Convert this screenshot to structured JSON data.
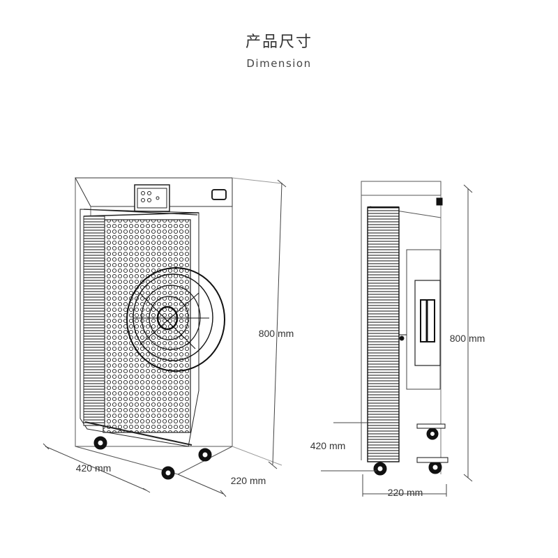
{
  "header": {
    "title": "产品尺寸",
    "subtitle": "Dimension"
  },
  "front_view": {
    "height_label": "800 mm",
    "width_label": "420 mm",
    "depth_label": "220 mm"
  },
  "side_view": {
    "height_label": "800 mm",
    "width_label": "420 mm",
    "depth_label": "220 mm"
  }
}
